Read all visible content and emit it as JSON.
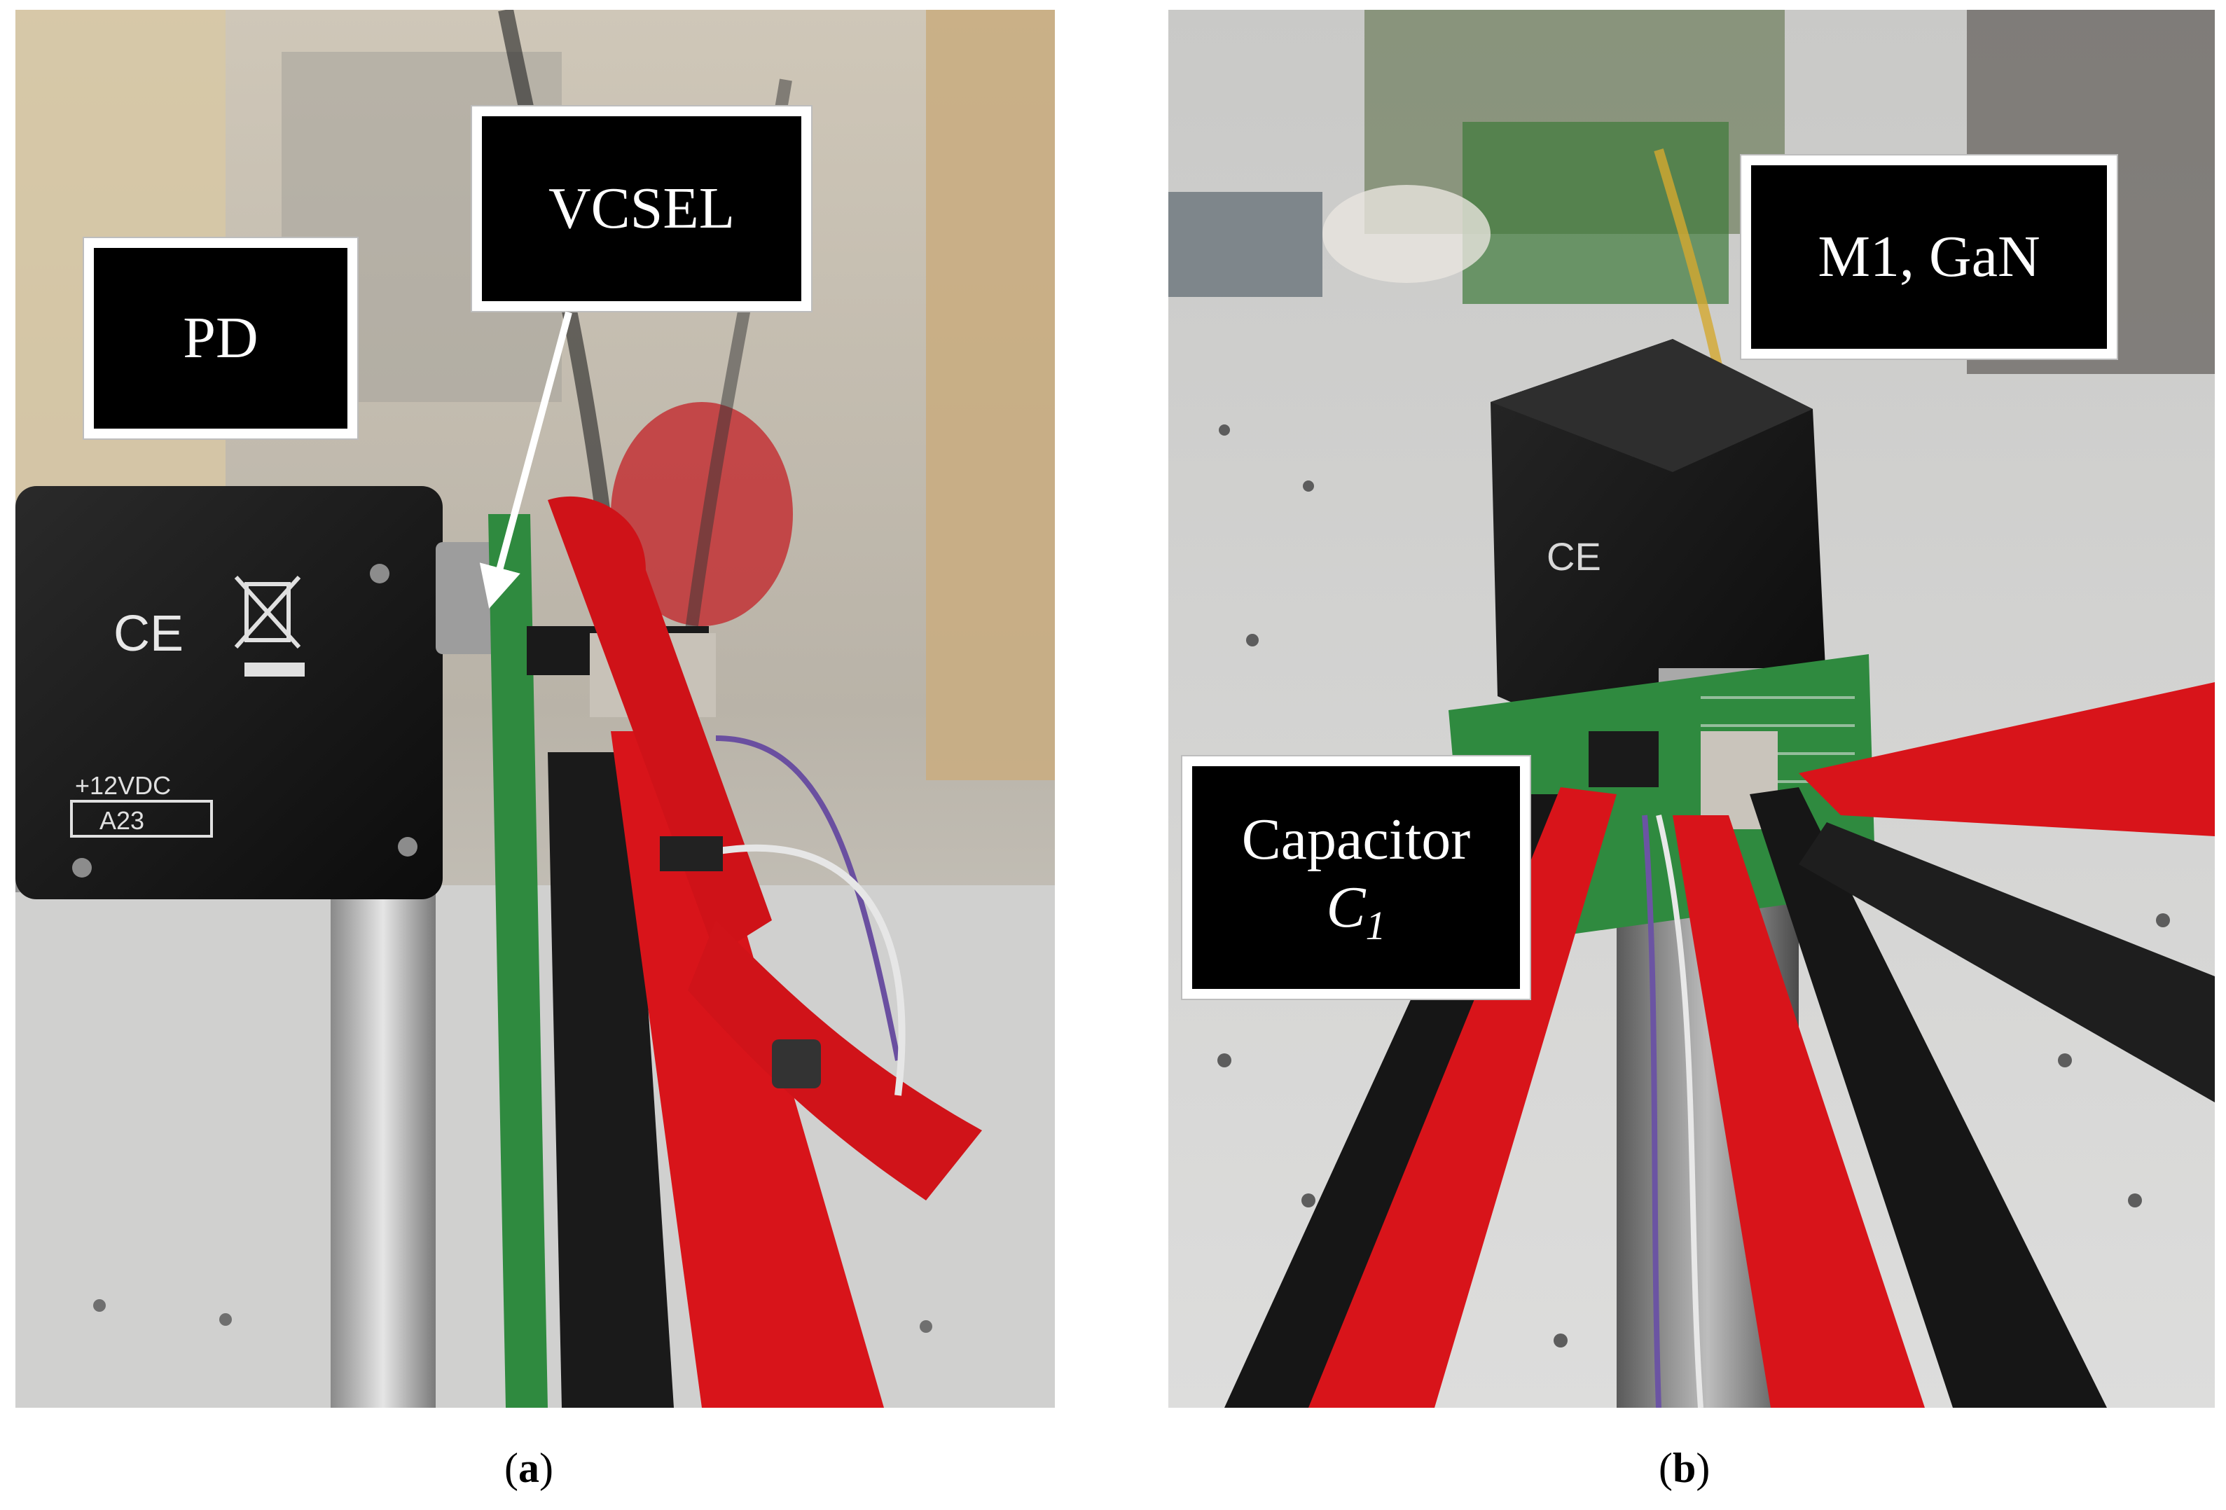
{
  "panels": [
    {
      "id": "a",
      "caption_open": "(",
      "caption_letter": "a",
      "caption_close": ")",
      "labels": {
        "pd": "PD",
        "vcsel": "VCSEL"
      },
      "device_text": {
        "ce": "CE",
        "voltage": "+12VDC",
        "battery": "A23"
      }
    },
    {
      "id": "b",
      "caption_open": "(",
      "caption_letter": "b",
      "caption_close": ")",
      "labels": {
        "m1": "M1, GaN",
        "capacitor": "Capacitor",
        "cap_symbol": "C",
        "cap_subscript": "1"
      },
      "device_text": {
        "ce": "CE"
      }
    }
  ],
  "colors": {
    "probe_red": "#d8141a",
    "probe_black": "#161616",
    "pcb_green": "#2f8a3f",
    "label_bg": "#000000"
  }
}
